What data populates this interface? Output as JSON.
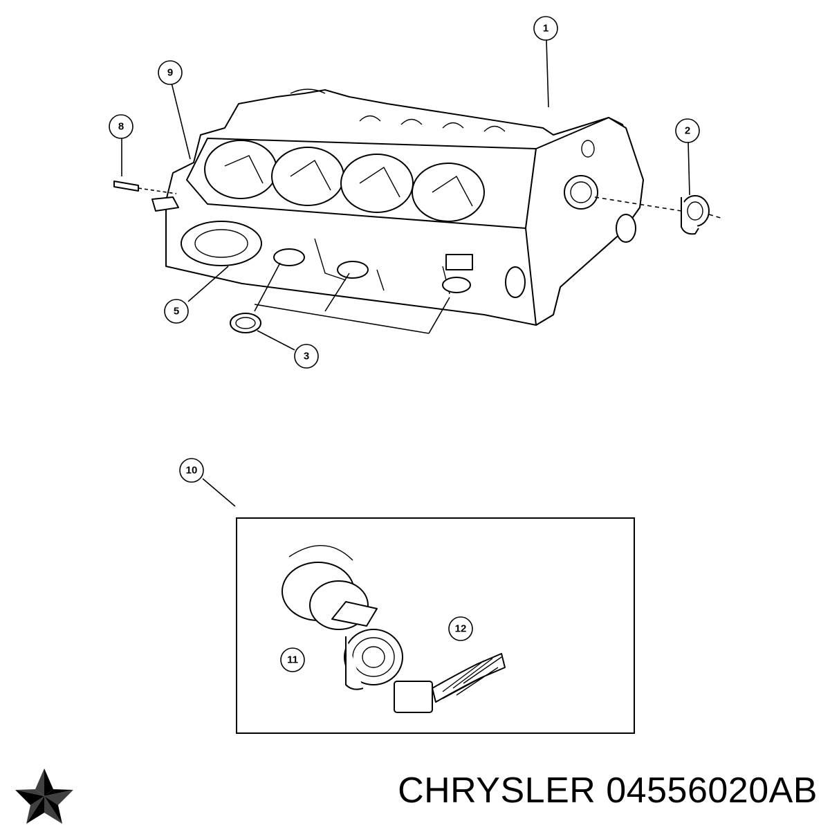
{
  "callouts": [
    {
      "id": "1",
      "label": "1"
    },
    {
      "id": "2",
      "label": "2"
    },
    {
      "id": "3",
      "label": "3"
    },
    {
      "id": "5",
      "label": "5"
    },
    {
      "id": "8",
      "label": "8"
    },
    {
      "id": "9",
      "label": "9"
    },
    {
      "id": "10",
      "label": "10"
    },
    {
      "id": "11",
      "label": "11"
    },
    {
      "id": "12",
      "label": "12"
    }
  ],
  "footer": {
    "brand": "CHRYSLER",
    "part_number": "04556020AB",
    "logo_icon": "chrysler-pentastar-icon"
  },
  "colors": {
    "ink": "#000000",
    "paper": "#ffffff"
  }
}
